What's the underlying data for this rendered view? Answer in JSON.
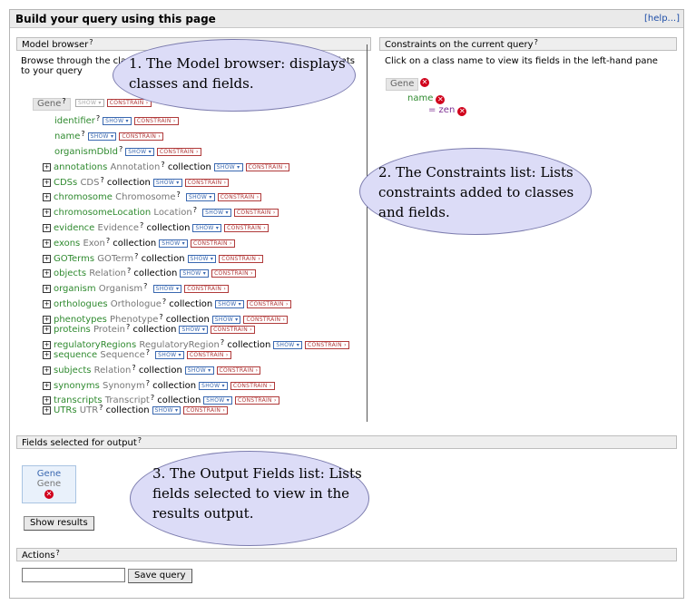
{
  "header": {
    "title": "Build your query using this page",
    "help": "[help...]"
  },
  "q": "?",
  "model_browser": {
    "heading": "Model browser",
    "desc": "Browse through the classes and add fields to the results or as constraints to your query",
    "root": {
      "label": "Gene",
      "show": "SHOW",
      "constrain": "CONSTRAIN"
    },
    "attributes": [
      "identifier",
      "name",
      "organismDbId"
    ],
    "references": [
      {
        "name": "annotations",
        "type": "Annotation",
        "kind": "collection"
      },
      {
        "name": "CDSs",
        "type": "CDS",
        "kind": "collection"
      },
      {
        "name": "chromosome",
        "type": "Chromosome",
        "kind": ""
      },
      {
        "name": "chromosomeLocation",
        "type": "Location",
        "kind": ""
      },
      {
        "name": "evidence",
        "type": "Evidence",
        "kind": "collection"
      },
      {
        "name": "exons",
        "type": "Exon",
        "kind": "collection"
      },
      {
        "name": "GOTerms",
        "type": "GOTerm",
        "kind": "collection"
      },
      {
        "name": "objects",
        "type": "Relation",
        "kind": "collection"
      },
      {
        "name": "organism",
        "type": "Organism",
        "kind": ""
      },
      {
        "name": "orthologues",
        "type": "Orthologue",
        "kind": "collection"
      },
      {
        "name": "phenotypes",
        "type": "Phenotype",
        "kind": "collection"
      },
      {
        "name": "proteins",
        "type": "Protein",
        "kind": "collection"
      },
      {
        "name": "regulatoryRegions",
        "type": "RegulatoryRegion",
        "kind": "collection"
      },
      {
        "name": "sequence",
        "type": "Sequence",
        "kind": ""
      },
      {
        "name": "subjects",
        "type": "Relation",
        "kind": "collection"
      },
      {
        "name": "synonyms",
        "type": "Synonym",
        "kind": "collection"
      },
      {
        "name": "transcripts",
        "type": "Transcript",
        "kind": "collection"
      },
      {
        "name": "UTRs",
        "type": "UTR",
        "kind": "collection"
      }
    ]
  },
  "constraints": {
    "heading": "Constraints on the current query",
    "desc": "Click on a class name to view its fields in the left-hand pane",
    "class_name": "Gene",
    "field": "name",
    "value": "= zen"
  },
  "output": {
    "heading": "Fields selected for output",
    "field_class": "Gene",
    "field_name": "Gene",
    "show_results": "Show results"
  },
  "actions": {
    "heading": "Actions",
    "save_query": "Save query",
    "input_value": ""
  },
  "callouts": {
    "model": [
      "1. The Model browser: displays",
      "classes and fields."
    ],
    "constraints": [
      "2. The Constraints list:  Lists",
      "constraints added to classes",
      "and fields."
    ],
    "output": [
      "3. The Output Fields list: Lists",
      "fields selected to view in the",
      "results output."
    ]
  },
  "colors": {
    "class_green": "#2f8a2f",
    "show_blue": "#3a68b0",
    "constrain_red": "#b03a3a",
    "remove_red": "#d0011b",
    "callout_fill": "#dcdcf7"
  }
}
